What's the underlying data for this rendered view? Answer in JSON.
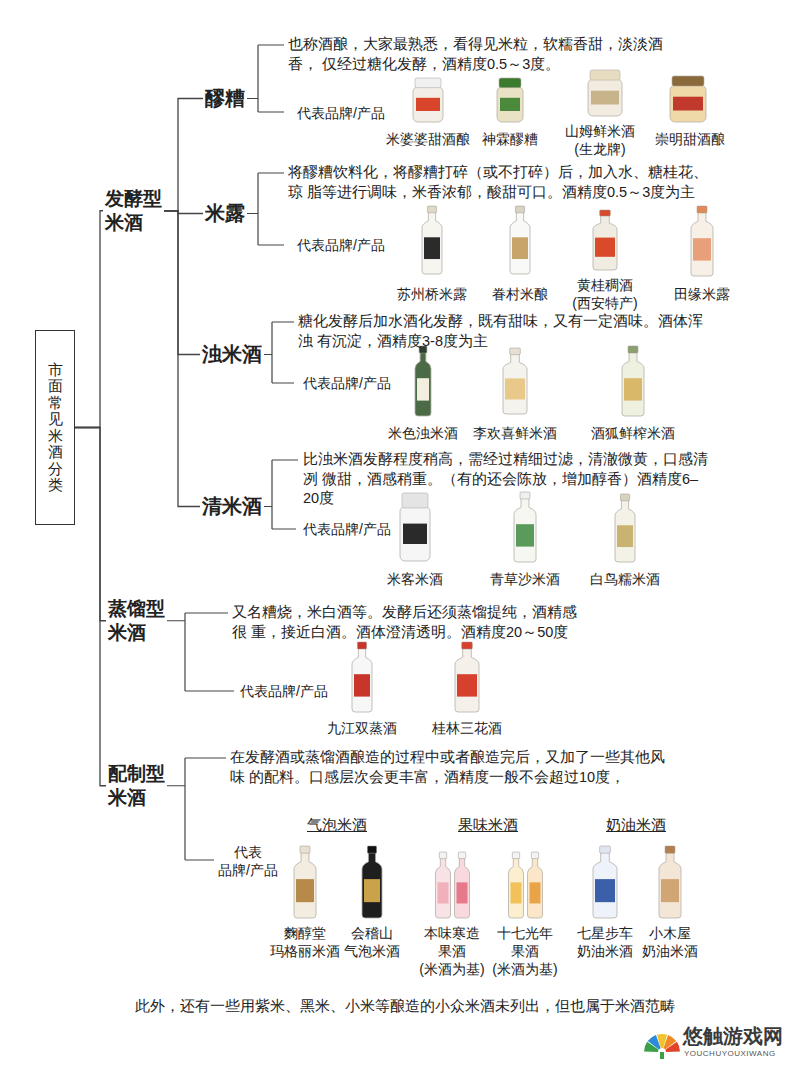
{
  "diagram": {
    "nodes": [
      {
        "text": [
          "市面常见米酒分类"
        ]
      },
      {
        "text": [
          "发酵型 米酒"
        ]
      },
      {
        "text": [
          "醪糟"
        ]
      },
      {
        "text": [
          "米露"
        ]
      },
      {
        "text": [
          "浊米酒"
        ]
      },
      {
        "text": [
          "清米酒"
        ]
      },
      {
        "text": [
          "蒸馏型 米酒"
        ]
      },
      {
        "text": [
          "配制型 米酒"
        ]
      }
    ],
    "edges": [
      {
        "from": 0,
        "to": 1,
        "arrow": "none"
      },
      {
        "from": 0,
        "to": 6,
        "arrow": "none"
      },
      {
        "from": 0,
        "to": 7,
        "arrow": "none"
      },
      {
        "from": 1,
        "to": 2,
        "arrow": "none"
      },
      {
        "from": 1,
        "to": 3,
        "arrow": "none"
      },
      {
        "from": 1,
        "to": 4,
        "arrow": "none"
      },
      {
        "from": 1,
        "to": 5,
        "arrow": "none"
      }
    ],
    "labels": [
      "也称酒酿，大家最熟悉，看得见米粒，软糯香甜，淡淡酒香， 仅经过糖化发酵，酒精度0.5～3度。",
      "代表品牌/产品",
      "米婆婆甜酒酿",
      "神霖醪糟",
      "山姆鲜米酒 (生龙牌)",
      "崇明甜酒酿",
      "将醪糟饮料化，将醪糟打碎（或不打碎）后，加入水、糖桂花、琼 脂等进行调味，米香浓郁，酸甜可口。酒精度0.5～3度为主",
      "代表品牌/产品",
      "苏州桥米露",
      "眷村米酿",
      "黄桂稠酒 (西安特产)",
      "田缘米露",
      "糖化发酵后加水酒化发酵，既有甜味，又有一定酒味。酒体浑浊 有沉淀，酒精度3-8度为主",
      "代表品牌/产品",
      "米色浊米酒",
      "李欢喜鲜米酒",
      "酒狐鲜榨米酒",
      "比浊米酒发酵程度稍高，需经过精细过滤，清澈微黄，口感清冽 微甜，酒感稍重。（有的还会陈放，增加醇香）酒精度6–20度",
      "代表品牌/产品",
      "米客米酒",
      "青草沙米酒",
      "白鸟糯米酒",
      "又名糟烧，米白酒等。发酵后还须蒸馏提纯，酒精感很 重，接近白酒。酒体澄清透明。酒精度20～50度",
      "代表品牌/产品",
      "九江双蒸酒",
      "桂林三花酒",
      "在发酵酒或蒸馏酒酿造的过程中或者酿造完后，又加了一些其他风味 的配料。口感层次会更丰富，酒精度一般不会超过10度，",
      "代表 品牌/产品",
      "气泡米酒",
      "果味米酒",
      "奶油米酒",
      "麴醇堂 玛格丽米酒",
      "会稽山 气泡米酒",
      "本味寒造 果酒 (米酒为基)",
      "十七光年 果酒 (米酒为基)",
      "七星步车 奶油米酒",
      "小木屋 奶油米酒",
      "此外，还有一些用紫米、黑米、小米等酿造的小众米酒未列出，但也属于米酒范畴",
      "悠触游戏网",
      "YOUCHUYOUXIWANG"
    ]
  }
}
